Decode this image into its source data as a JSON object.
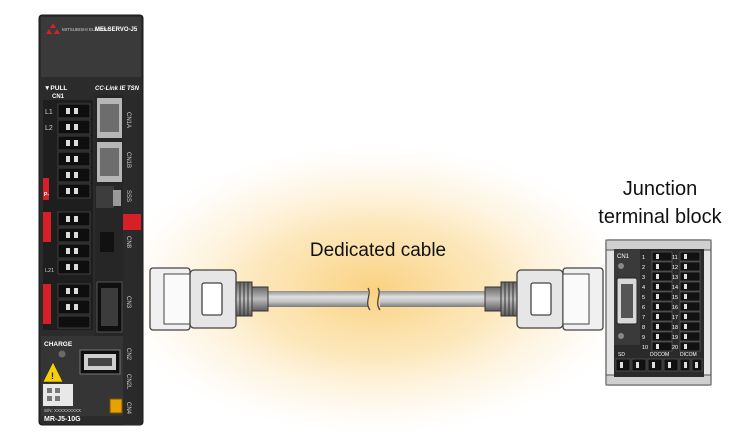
{
  "labels": {
    "cable": "Dedicated cable",
    "junction_line1": "Junction",
    "junction_line2": "terminal block"
  },
  "servo_amplifier": {
    "brand": "MITSUBISHI ELECTRIC",
    "series": "MELSERVO-J5",
    "pull": "▼PULL",
    "network": "CC-Link IE TSN",
    "cn1": "CN1",
    "l1": "L1",
    "l2": "L2",
    "l21": "L21",
    "p_minus": "P-",
    "charge": "CHARGE",
    "cn1a": "CN1A",
    "cn1b": "CN1B",
    "cn8": "CN8",
    "cn3": "CN3",
    "cn2": "CN2",
    "cn2l": "CN2L",
    "cn4": "CN4",
    "sss": "SSS",
    "serial": "S/N: XXXXXXXXX",
    "model": "MR-J5-10G"
  },
  "terminal_block": {
    "cn1": "CN1",
    "pin_left": [
      "11",
      "12",
      "13",
      "14",
      "15",
      "16",
      "17",
      "18",
      "19",
      "20"
    ],
    "pin_right": [
      "1",
      "2",
      "3",
      "4",
      "5",
      "6",
      "7",
      "8",
      "9",
      "10"
    ],
    "bottom": [
      "SD",
      "DOCOM",
      "DICOM"
    ]
  },
  "colors": {
    "glow": "#f9c96a",
    "cable_gray": "#b3b3b3",
    "connector_gray": "#d9d9d9",
    "amp_body": "#2e2e2e",
    "red_accent": "#d61f26",
    "charge_yellow": "#f6d000",
    "cn4_orange": "#e8a200"
  }
}
